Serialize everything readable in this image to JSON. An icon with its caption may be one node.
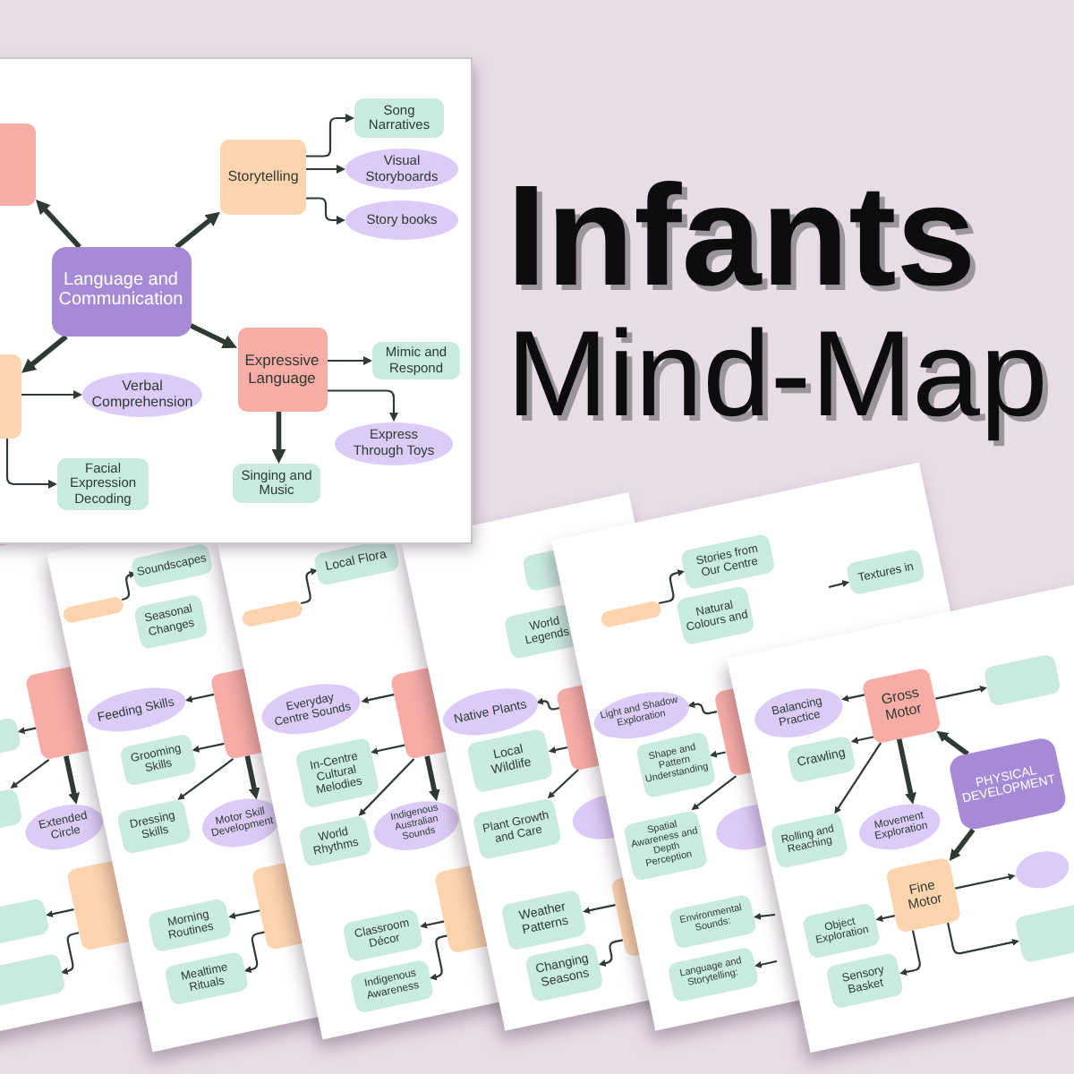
{
  "diagram": {
    "title": "**Infants** Mind-Map",
    "nodes": [
      {
        "text": [],
        "shape": "box"
      },
      {
        "text": [
          "Storytelling"
        ]
      },
      {
        "text": [
          "Song Narratives"
        ]
      },
      {
        "text": [
          "Visual Storyboards"
        ]
      },
      {
        "text": [
          "Story books"
        ]
      },
      {
        "text": [
          "Language and Communication"
        ]
      },
      {
        "text": [
          "Expressive Language"
        ]
      },
      {
        "text": [
          "Mimic and Respond"
        ]
      },
      {
        "text": [
          "Express Through Toys"
        ]
      },
      {
        "text": [
          "Singing and Music"
        ]
      },
      {
        "text": [],
        "shape": "box"
      },
      {
        "text": [
          "Verbal Comprehension"
        ]
      },
      {
        "text": [
          "Facial Expression Decoding"
        ]
      },
      {
        "text": [],
        "shape": "box"
      },
      {
        "text": [
          "Extended Circle"
        ]
      },
      {
        "text": [],
        "shape": "box"
      },
      {
        "text": [],
        "shape": "box"
      },
      {
        "text": [],
        "shape": "box"
      },
      {
        "text": [],
        "shape": "bar"
      },
      {
        "text": [
          "Soundscapes"
        ]
      },
      {
        "text": [
          "Seasonal Changes"
        ]
      },
      {
        "text": [
          "Feeding Skills"
        ]
      },
      {
        "text": [
          "Grooming Skills"
        ]
      },
      {
        "text": [
          "Dressing Skills"
        ]
      },
      {
        "text": [],
        "shape": "box"
      },
      {
        "text": [
          "Motor Skill Development"
        ]
      },
      {
        "text": [
          "Morning Routines"
        ]
      },
      {
        "text": [
          "Mealtime Rituals"
        ]
      },
      {
        "text": [],
        "shape": "box"
      },
      {
        "text": [],
        "shape": "bar"
      },
      {
        "text": [
          "Local Flora"
        ]
      },
      {
        "text": [
          "Everyday Centre Sounds"
        ]
      },
      {
        "text": [
          "In-Centre Cultural Melodies"
        ]
      },
      {
        "text": [
          "World Rhythms"
        ]
      },
      {
        "text": [],
        "shape": "box"
      },
      {
        "text": [
          "Indigenous Australian Sounds"
        ]
      },
      {
        "text": [
          "Classroom Décor"
        ]
      },
      {
        "text": [
          "Indigenous Awareness"
        ]
      },
      {
        "text": [],
        "shape": "box"
      },
      {
        "text": [],
        "shape": "box"
      },
      {
        "text": [
          "World Legends"
        ]
      },
      {
        "text": [
          "Native Plants"
        ]
      },
      {
        "text": [
          "Local Wildlife"
        ]
      },
      {
        "text": [
          "Plant Growth and Care"
        ]
      },
      {
        "text": [],
        "shape": "box"
      },
      {
        "text": [],
        "shape": "ellipse"
      },
      {
        "text": [
          "Weather Patterns"
        ]
      },
      {
        "text": [
          "Changing Seasons"
        ]
      },
      {
        "text": [],
        "shape": "box"
      },
      {
        "text": [],
        "shape": "bar"
      },
      {
        "text": [
          "Stories from Our Centre"
        ]
      },
      {
        "text": [
          "Natural Colours and"
        ]
      },
      {
        "text": [
          "Textures in"
        ]
      },
      {
        "text": [
          "Light and Shadow Exploration"
        ]
      },
      {
        "text": [
          "Shape and Pattern Understanding"
        ]
      },
      {
        "text": [
          "Spatial Awareness and Depth Perception"
        ]
      },
      {
        "text": [],
        "shape": "box"
      },
      {
        "text": [],
        "shape": "ellipse"
      },
      {
        "text": [
          "Environmental Sounds:"
        ]
      },
      {
        "text": [
          "Language and Storytelling:"
        ]
      },
      {
        "text": [
          "Balancing Practice"
        ]
      },
      {
        "text": [
          "Crawling"
        ]
      },
      {
        "text": [
          "Rolling and Reaching"
        ]
      },
      {
        "text": [
          "Gross Motor"
        ]
      },
      {
        "text": [
          "Movement Exploration"
        ]
      },
      {
        "text": [],
        "shape": "box"
      },
      {
        "text": [
          "PHYSICAL DEVELOPMENT"
        ]
      },
      {
        "text": [
          "Fine Motor"
        ]
      },
      {
        "text": [
          "Object Exploration"
        ]
      },
      {
        "text": [
          "Sensory Basket"
        ]
      },
      {
        "text": [],
        "shape": "ellipse"
      },
      {
        "text": [],
        "shape": "box"
      },
      {
        "text": [],
        "shape": "box"
      },
      {
        "text": [],
        "shape": "box"
      }
    ],
    "edges": [
      {
        "from": 5,
        "to": 1,
        "arrow": "to",
        "style": "thick"
      },
      {
        "from": 5,
        "to": 0,
        "arrow": "to",
        "style": "thick"
      },
      {
        "from": 5,
        "to": 10,
        "arrow": "to",
        "style": "thick"
      },
      {
        "from": 5,
        "to": 6,
        "arrow": "to",
        "style": "thick"
      },
      {
        "from": 1,
        "to": 2,
        "arrow": "to"
      },
      {
        "from": 1,
        "to": 3,
        "arrow": "to"
      },
      {
        "from": 1,
        "to": 4,
        "arrow": "to"
      },
      {
        "from": 6,
        "to": 7,
        "arrow": "to"
      },
      {
        "from": 6,
        "to": 8,
        "arrow": "to"
      },
      {
        "from": 6,
        "to": 9,
        "arrow": "to",
        "style": "thick"
      },
      {
        "from": 10,
        "to": 11,
        "arrow": "to"
      },
      {
        "from": 10,
        "to": 12,
        "arrow": "to"
      },
      {
        "from": 13,
        "to": 14,
        "arrow": "to",
        "style": "thick"
      },
      {
        "from": 13,
        "to": 72,
        "arrow": "to"
      },
      {
        "from": 13,
        "to": 73,
        "arrow": "to"
      },
      {
        "from": 15,
        "to": 16,
        "arrow": "to"
      },
      {
        "from": 15,
        "to": 17,
        "arrow": "to"
      },
      {
        "from": 18,
        "to": 19,
        "arrow": "to"
      },
      {
        "from": 24,
        "to": 21,
        "arrow": "to"
      },
      {
        "from": 24,
        "to": 22,
        "arrow": "to"
      },
      {
        "from": 24,
        "to": 23,
        "arrow": "to"
      },
      {
        "from": 24,
        "to": 25,
        "arrow": "to",
        "style": "thick"
      },
      {
        "from": 28,
        "to": 26,
        "arrow": "to"
      },
      {
        "from": 28,
        "to": 27,
        "arrow": "to"
      },
      {
        "from": 29,
        "to": 30,
        "arrow": "to"
      },
      {
        "from": 34,
        "to": 31,
        "arrow": "to"
      },
      {
        "from": 34,
        "to": 32,
        "arrow": "to"
      },
      {
        "from": 34,
        "to": 33,
        "arrow": "to"
      },
      {
        "from": 34,
        "to": 35,
        "arrow": "to",
        "style": "thick"
      },
      {
        "from": 38,
        "to": 36,
        "arrow": "to"
      },
      {
        "from": 38,
        "to": 37,
        "arrow": "to"
      },
      {
        "from": 44,
        "to": 41,
        "arrow": "to"
      },
      {
        "from": 44,
        "to": 42,
        "arrow": "to"
      },
      {
        "from": 44,
        "to": 43,
        "arrow": "to"
      },
      {
        "from": 48,
        "to": 46,
        "arrow": "to"
      },
      {
        "from": 48,
        "to": 47,
        "arrow": "to"
      },
      {
        "from": 49,
        "to": 50,
        "arrow": "to"
      },
      {
        "from": null,
        "to": 52,
        "arrow": "to"
      },
      {
        "from": 56,
        "to": 53,
        "arrow": "to"
      },
      {
        "from": 56,
        "to": 54,
        "arrow": "to"
      },
      {
        "from": 56,
        "to": 55,
        "arrow": "to"
      },
      {
        "from": null,
        "to": 58,
        "arrow": "to"
      },
      {
        "from": null,
        "to": 59,
        "arrow": "to"
      },
      {
        "from": 63,
        "to": 60,
        "arrow": "to"
      },
      {
        "from": 63,
        "to": 61,
        "arrow": "to"
      },
      {
        "from": 63,
        "to": 62,
        "arrow": "to"
      },
      {
        "from": 63,
        "to": 64,
        "arrow": "to",
        "style": "thick"
      },
      {
        "from": 63,
        "to": 65,
        "arrow": "to"
      },
      {
        "from": 66,
        "to": 63,
        "arrow": "to",
        "style": "thick"
      },
      {
        "from": 66,
        "to": 67,
        "arrow": "to",
        "style": "thick"
      },
      {
        "from": 67,
        "to": 68,
        "arrow": "to"
      },
      {
        "from": 67,
        "to": 69,
        "arrow": "to"
      },
      {
        "from": 67,
        "to": 70,
        "arrow": "to"
      },
      {
        "from": 67,
        "to": 71,
        "arrow": "to"
      }
    ]
  }
}
